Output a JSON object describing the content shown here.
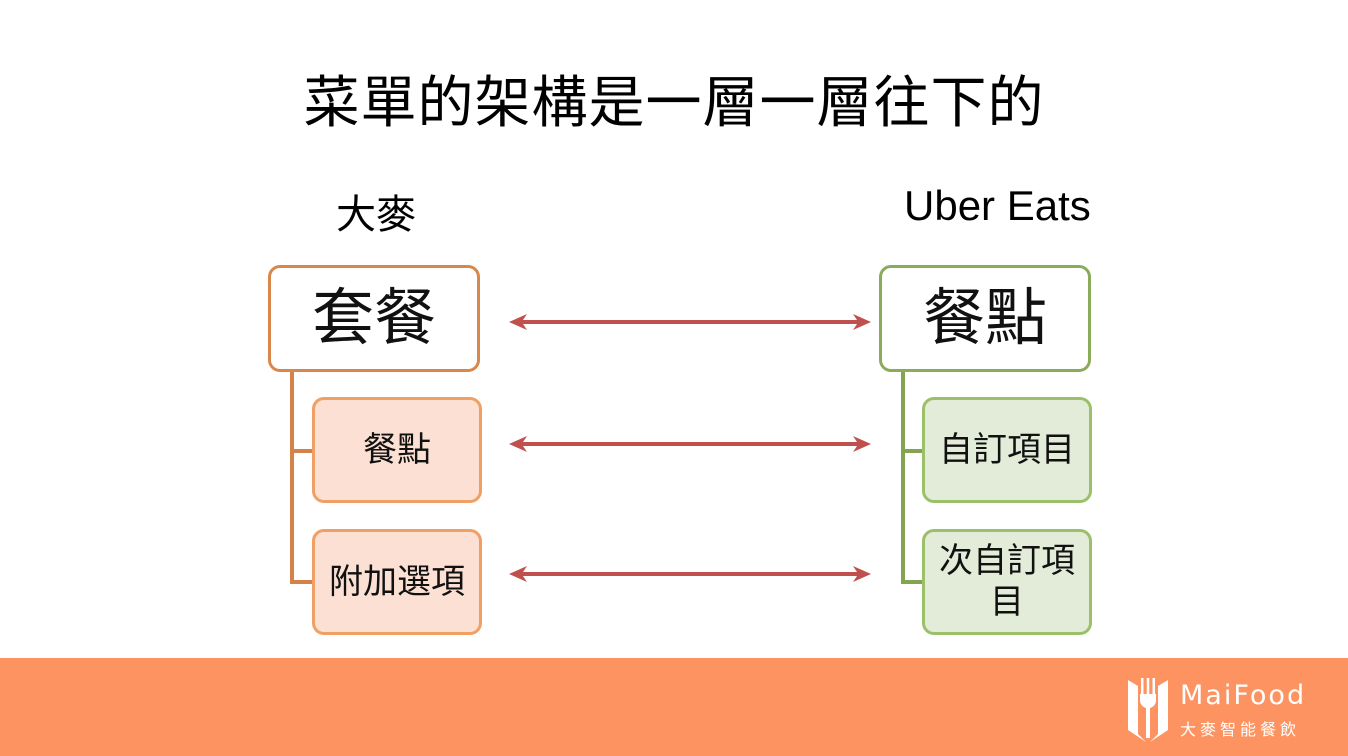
{
  "slide": {
    "title": "菜單的架構是一層一層往下的",
    "left_column": {
      "label": "大麥",
      "top": "套餐",
      "children": [
        "餐點",
        "附加選項"
      ],
      "color": "#d9874a"
    },
    "right_column": {
      "label": "Uber Eats",
      "top": "餐點",
      "children": [
        "自訂項目",
        "次自訂項目"
      ],
      "color": "#8aab5a"
    },
    "mappings": [
      {
        "from": "套餐",
        "to": "餐點"
      },
      {
        "from": "餐點",
        "to": "自訂項目"
      },
      {
        "from": "附加選項",
        "to": "次自訂項目"
      }
    ],
    "arrow_color": "#c0504d"
  },
  "footer": {
    "background": "#fd9360",
    "logo_icon": "fork-book-icon",
    "brand_name": "MaiFood",
    "brand_subtitle": "大麥智能餐飲"
  }
}
